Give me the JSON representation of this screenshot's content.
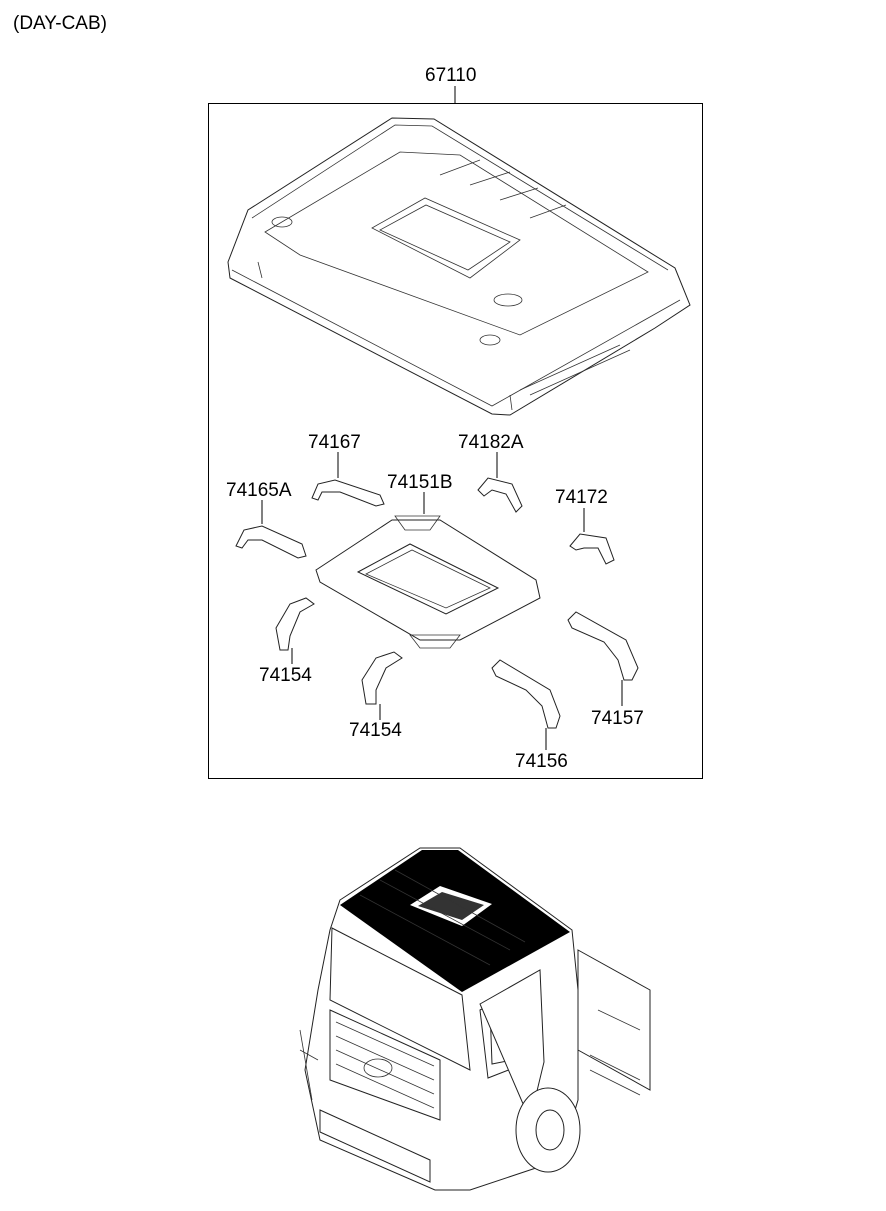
{
  "caption": "(DAY-CAB)",
  "parts": {
    "roof_panel": "67110",
    "p74167": "74167",
    "p74182a": "74182A",
    "p74165a": "74165A",
    "p74151b": "74151B",
    "p74172": "74172",
    "p74154_left": "74154",
    "p74154_center": "74154",
    "p74157": "74157",
    "p74156": "74156"
  }
}
